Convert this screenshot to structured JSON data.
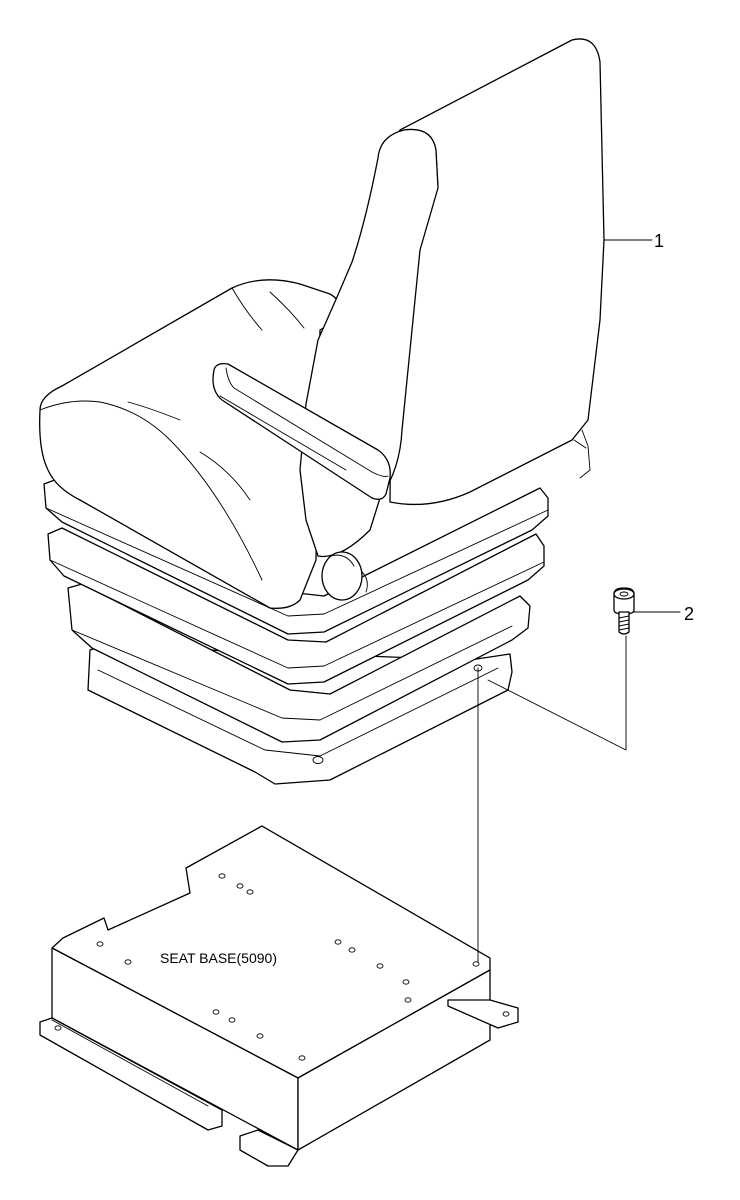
{
  "callouts": [
    {
      "id": "seat",
      "number": "1"
    },
    {
      "id": "bolt",
      "number": "2"
    }
  ],
  "labels": {
    "seat_base": "SEAT BASE(5090)"
  }
}
